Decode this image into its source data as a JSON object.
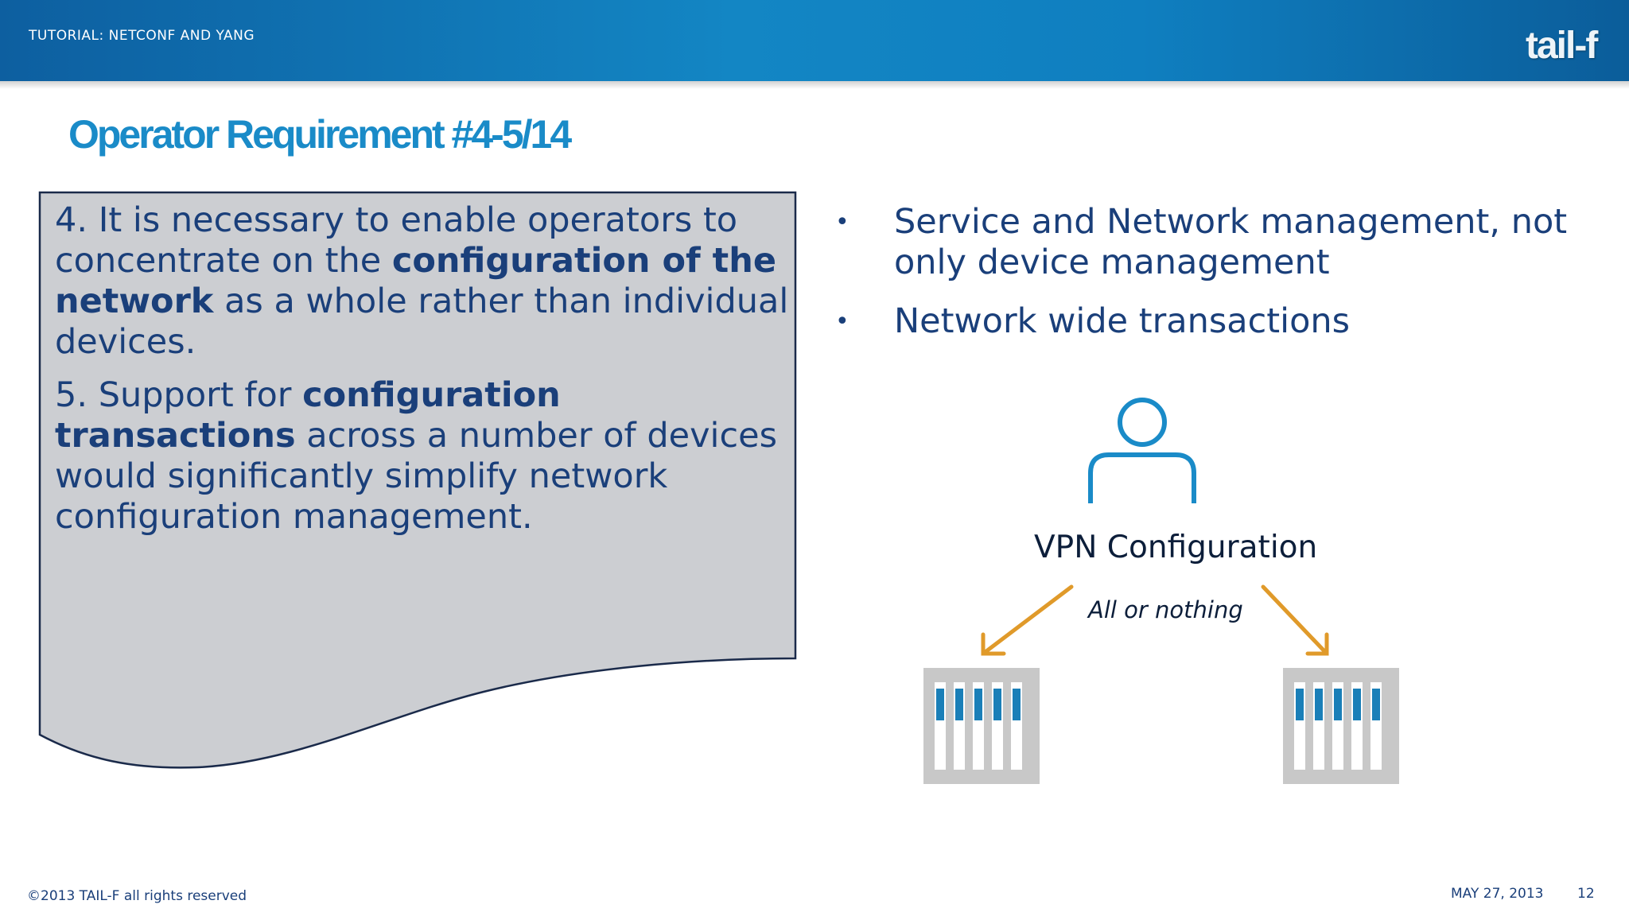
{
  "header": {
    "title": "TUTORIAL: NETCONF AND YANG",
    "logo_text": "tail-f"
  },
  "slide": {
    "title": "Operator Requirement #4-5/14"
  },
  "requirements": {
    "item4": {
      "prefix": "4.  It is necessary to enable operators to concentrate on the ",
      "bold": "configuration of the network",
      "suffix": " as a whole rather than individual devices."
    },
    "item5": {
      "prefix": "5.  Support for ",
      "bold": "configuration transactions",
      "suffix": " across a number of devices would significantly simplify network configuration management."
    }
  },
  "bullets": [
    {
      "marker": "•",
      "text": "Service and Network management, not only device management"
    },
    {
      "marker": "•",
      "text": "Network wide transactions"
    }
  ],
  "diagram": {
    "label": "VPN Configuration",
    "sublabel": "All or nothing",
    "icons": {
      "person": "person-icon",
      "device": "network-device-icon",
      "arrow": "arrow-icon"
    },
    "colors": {
      "person": "#1a8bc8",
      "arrow": "#e09a2a",
      "device_body": "#c8c8c8",
      "device_led": "#1a7fb8"
    }
  },
  "footer": {
    "copyright": "©2013 TAIL-F all rights reserved",
    "date": "MAY 27, 2013",
    "page": "12"
  },
  "colors": {
    "header_blue": "#1386c4",
    "title_blue": "#1a8bc8",
    "text_navy": "#1a3f7a",
    "doc_fill": "#ccced2"
  }
}
